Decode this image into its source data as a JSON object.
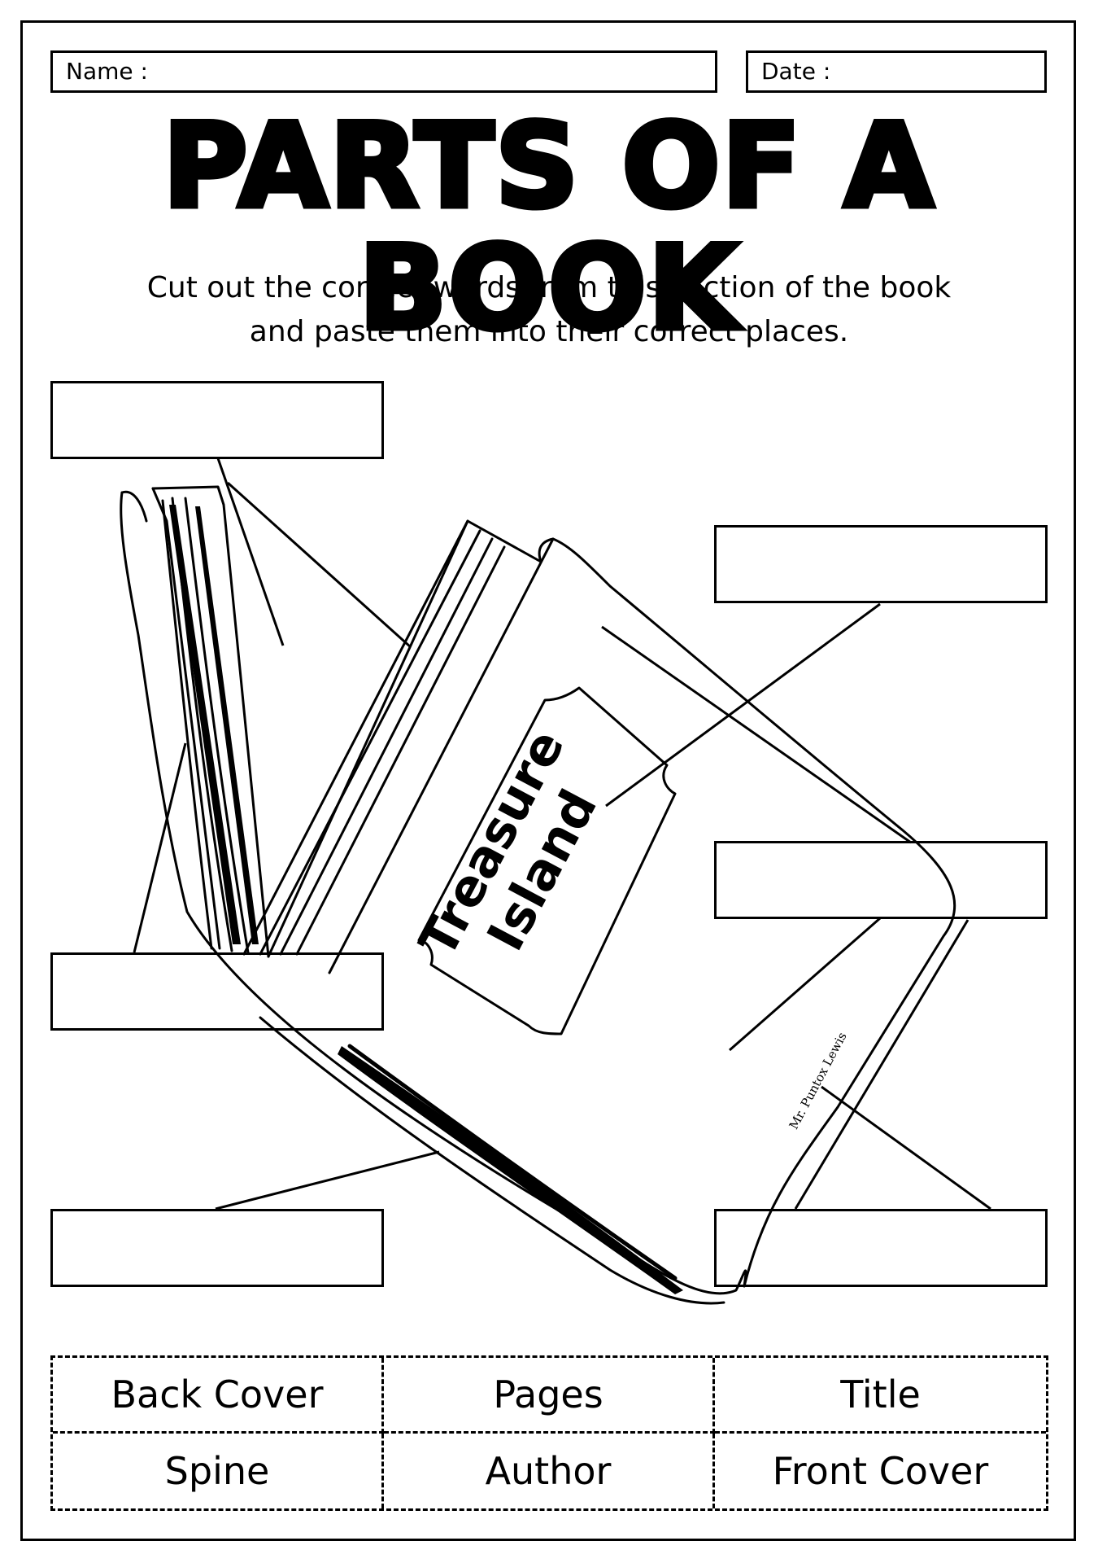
{
  "header": {
    "name_label": "Name :",
    "date_label": "Date :"
  },
  "title": "PARTS OF A BOOK",
  "instructions": {
    "line1": "Cut out the correct words from this section of the book",
    "line2": "and paste them into their correct places."
  },
  "book": {
    "cover_title_line1": "Treasure",
    "cover_title_line2": "Island",
    "author": "Mr. Puntox Lewis"
  },
  "word_bank": {
    "words": [
      "Back Cover",
      "Pages",
      "Title",
      "Spine",
      "Author",
      "Front Cover"
    ]
  }
}
